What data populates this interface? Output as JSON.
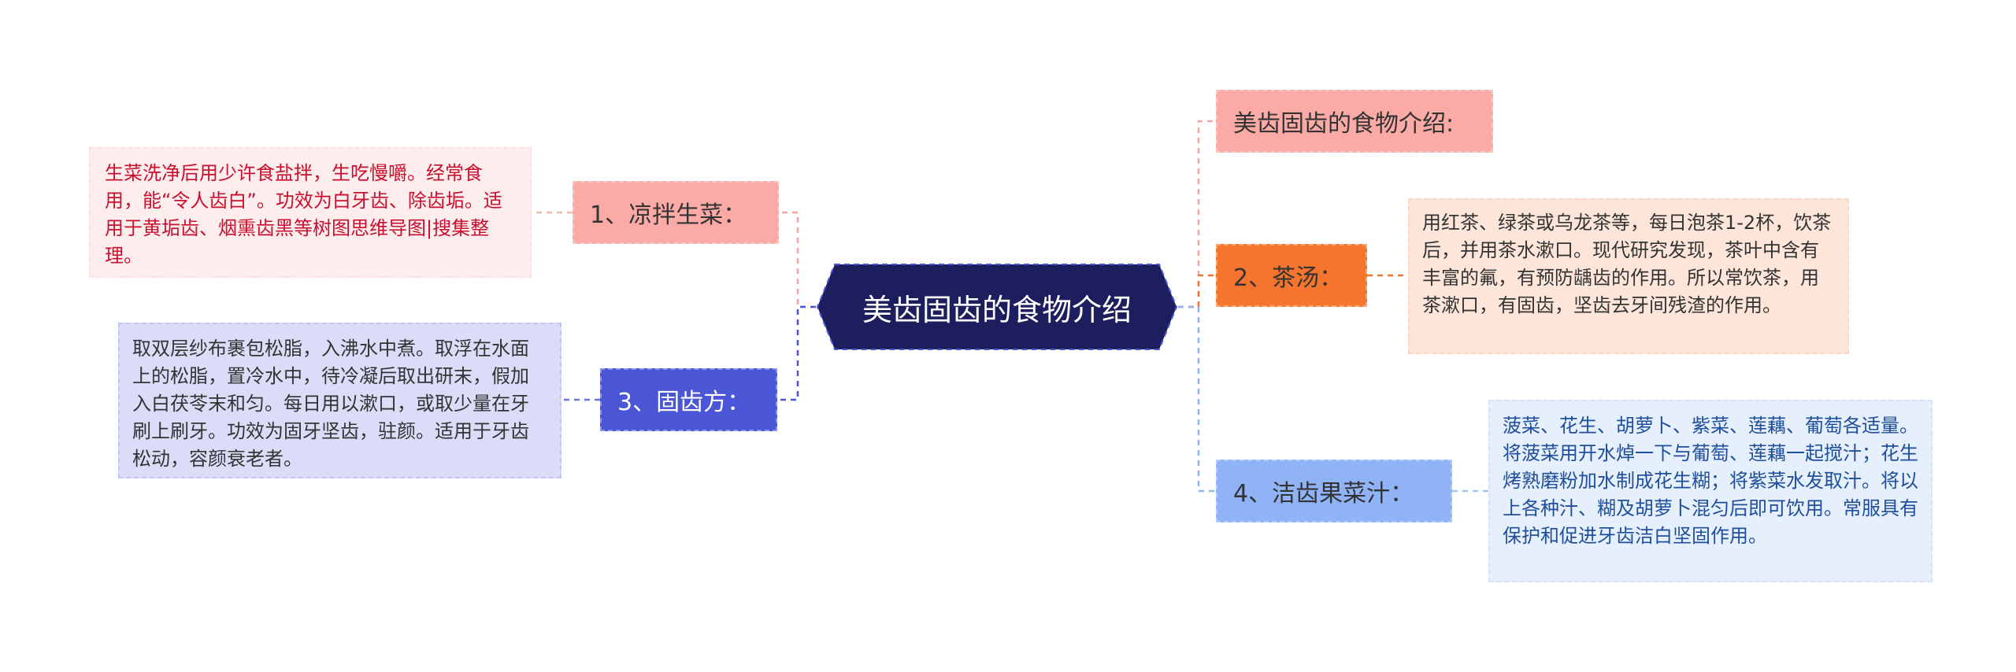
{
  "title": "美齿固齿的食物介绍",
  "nodes": {
    "left_1": {
      "label": "1、凉拌生菜：",
      "detail": "生菜洗净后用少许食盐拌，生吃慢嚼。经常食用，能“令人齿白”。功效为白牙齿、除齿垢。适用于黄垢齿、烟熏齿黑等树图思维导图|搜集整理。"
    },
    "left_3": {
      "label": "3、固齿方：",
      "detail": "取双层纱布裹包松脂，入沸水中煮。取浮在水面上的松脂，置冷水中，待冷凝后取出研末，假加入白茯苓末和匀。每日用以漱口，或取少量在牙刷上刷牙。功效为固牙坚齿，驻颜。适用于牙齿松动，容颜衰老者。"
    },
    "right_heading": {
      "label": "美齿固齿的食物介绍:"
    },
    "right_2": {
      "label": "2、茶汤：",
      "detail": "用红茶、绿茶或乌龙茶等，每日泡茶1-2杯，饮茶后，并用茶水漱口。现代研究发现，茶叶中含有丰富的氟，有预防龋齿的作用。所以常饮茶，用茶漱口，有固齿，坚齿去牙间残渣的作用。"
    },
    "right_4": {
      "label": "4、洁齿果菜汁：",
      "detail": "菠菜、花生、胡萝卜、紫菜、莲藕、葡萄各适量。将菠菜用开水焯一下与葡萄、莲藕一起搅汁；花生烤熟磨粉加水制成花生糊；将紫菜水发取汁。将以上各种汁、糊及胡萝卜混匀后即可饮用。常服具有保护和促进牙齿洁白坚固作用。"
    }
  },
  "colors": {
    "central_fill": "#1c1e5e",
    "pink": "#fbaaa6",
    "orange": "#f6752e",
    "blue": "#8fb3f4",
    "indigo": "#4b56d6"
  }
}
